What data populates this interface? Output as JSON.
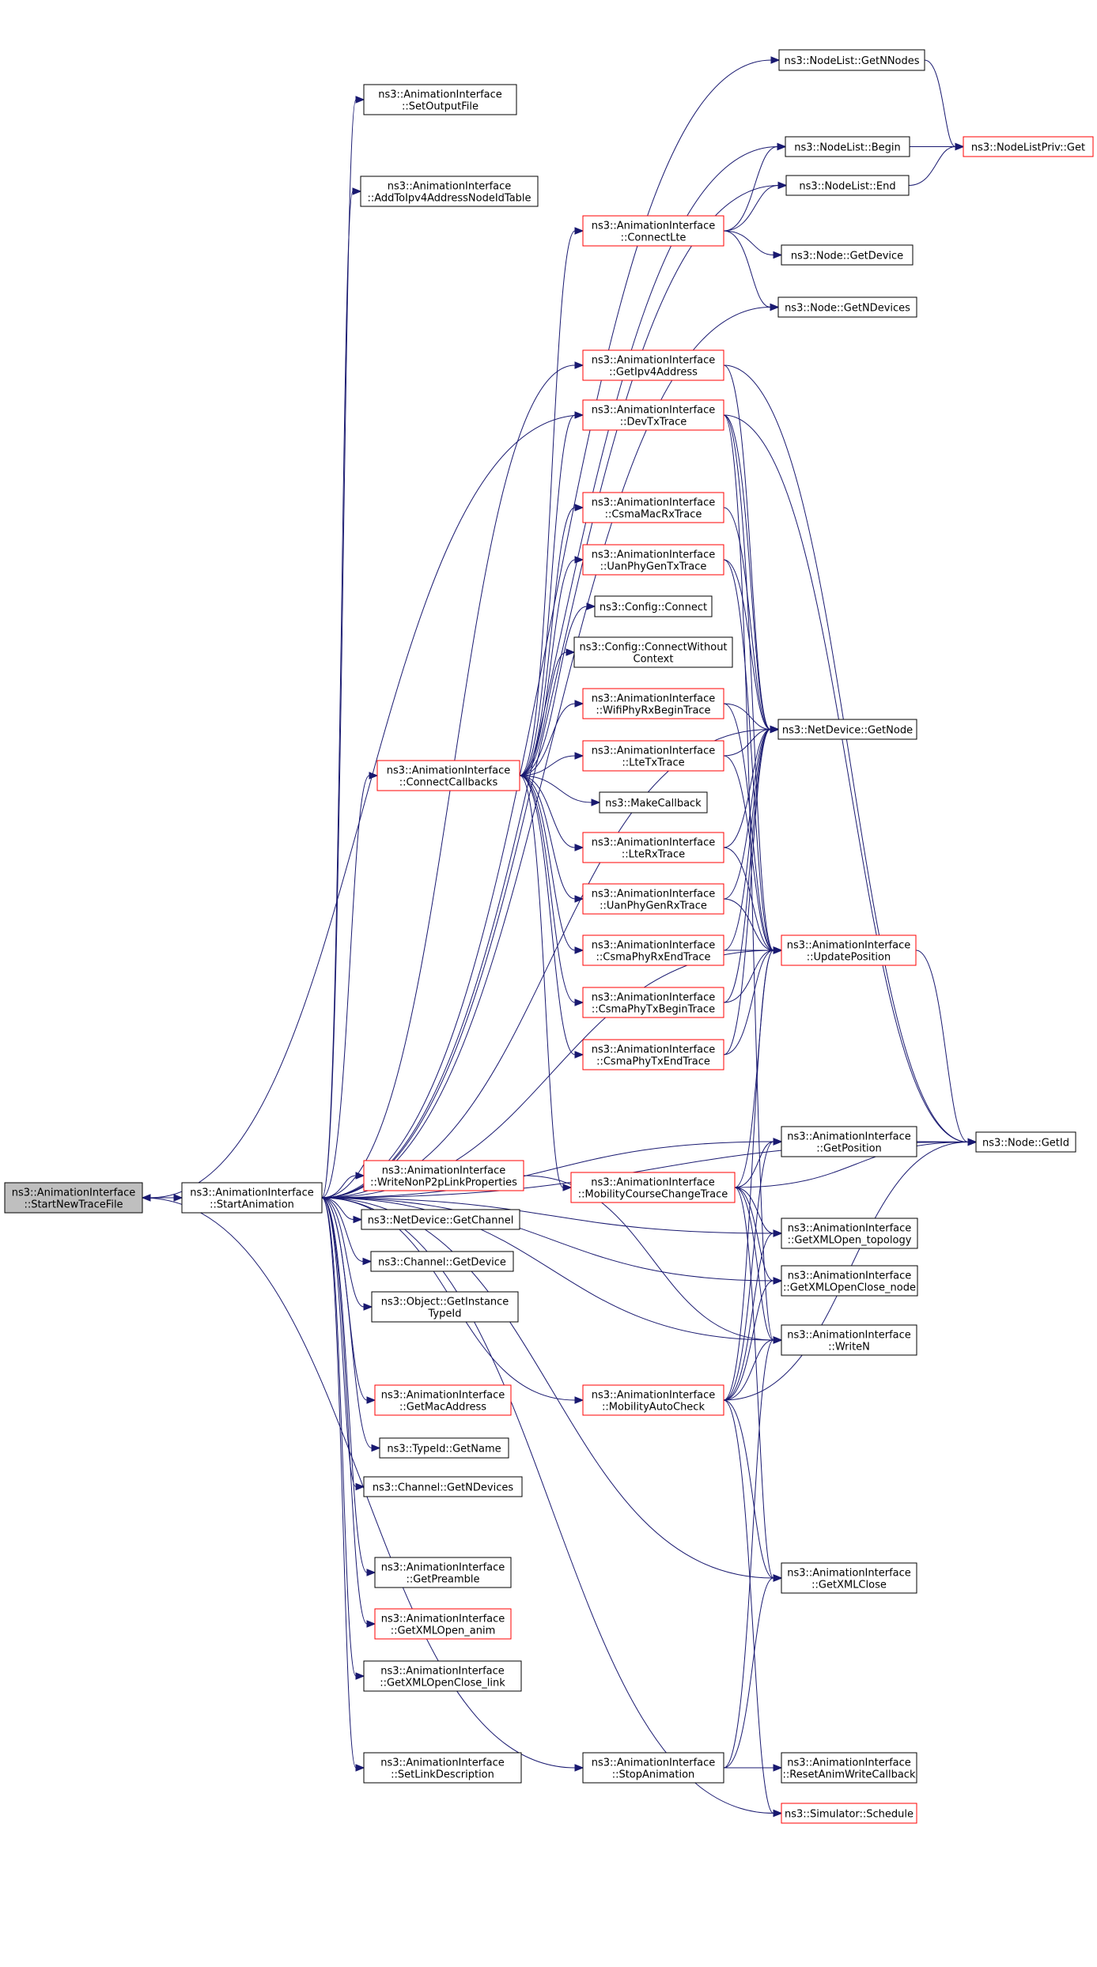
{
  "colors": {
    "edge": "#191970",
    "box_black": "#000000",
    "box_red": "#ff0000",
    "highlight_fill": "#bfbfbf",
    "box_fill": "#ffffff"
  },
  "nodes": {
    "start_new_trace_file": {
      "lines": [
        "ns3::AnimationInterface",
        "::StartNewTraceFile"
      ],
      "border": "black",
      "highlight": true
    },
    "start_animation": {
      "lines": [
        "ns3::AnimationInterface",
        "::StartAnimation"
      ],
      "border": "black"
    },
    "get_n_nodes": {
      "lines": [
        "ns3::NodeList::GetNNodes"
      ],
      "border": "black"
    },
    "set_output_file": {
      "lines": [
        "ns3::AnimationInterface",
        "::SetOutputFile"
      ],
      "border": "black"
    },
    "begin": {
      "lines": [
        "ns3::NodeList::Begin"
      ],
      "border": "black"
    },
    "node_list_priv_get": {
      "lines": [
        "ns3::NodeListPriv::Get"
      ],
      "border": "red"
    },
    "add_to_ipv4": {
      "lines": [
        "ns3::AnimationInterface",
        "::AddToIpv4AddressNodeIdTable"
      ],
      "border": "black"
    },
    "end": {
      "lines": [
        "ns3::NodeList::End"
      ],
      "border": "black"
    },
    "connect_lte": {
      "lines": [
        "ns3::AnimationInterface",
        "::ConnectLte"
      ],
      "border": "red"
    },
    "get_device": {
      "lines": [
        "ns3::Node::GetDevice"
      ],
      "border": "black"
    },
    "get_n_devices": {
      "lines": [
        "ns3::Node::GetNDevices"
      ],
      "border": "black"
    },
    "get_ipv4_address": {
      "lines": [
        "ns3::AnimationInterface",
        "::GetIpv4Address"
      ],
      "border": "red"
    },
    "dev_tx_trace": {
      "lines": [
        "ns3::AnimationInterface",
        "::DevTxTrace"
      ],
      "border": "red"
    },
    "csma_mac_rx_trace": {
      "lines": [
        "ns3::AnimationInterface",
        "::CsmaMacRxTrace"
      ],
      "border": "red"
    },
    "uan_phy_gen_tx_trace": {
      "lines": [
        "ns3::AnimationInterface",
        "::UanPhyGenTxTrace"
      ],
      "border": "red"
    },
    "config_connect": {
      "lines": [
        "ns3::Config::Connect"
      ],
      "border": "black"
    },
    "config_connect_without_context": {
      "lines": [
        "ns3::Config::ConnectWithout",
        "Context"
      ],
      "border": "black"
    },
    "wifi_phy_rx_begin_trace": {
      "lines": [
        "ns3::AnimationInterface",
        "::WifiPhyRxBeginTrace"
      ],
      "border": "red"
    },
    "net_device_get_node": {
      "lines": [
        "ns3::NetDevice::GetNode"
      ],
      "border": "black"
    },
    "connect_callbacks": {
      "lines": [
        "ns3::AnimationInterface",
        "::ConnectCallbacks"
      ],
      "border": "red"
    },
    "lte_tx_trace": {
      "lines": [
        "ns3::AnimationInterface",
        "::LteTxTrace"
      ],
      "border": "red"
    },
    "make_callback": {
      "lines": [
        "ns3::MakeCallback"
      ],
      "border": "black"
    },
    "lte_rx_trace": {
      "lines": [
        "ns3::AnimationInterface",
        "::LteRxTrace"
      ],
      "border": "red"
    },
    "uan_phy_gen_rx_trace": {
      "lines": [
        "ns3::AnimationInterface",
        "::UanPhyGenRxTrace"
      ],
      "border": "red"
    },
    "csma_phy_rx_end_trace": {
      "lines": [
        "ns3::AnimationInterface",
        "::CsmaPhyRxEndTrace"
      ],
      "border": "red"
    },
    "update_position": {
      "lines": [
        "ns3::AnimationInterface",
        "::UpdatePosition"
      ],
      "border": "red"
    },
    "csma_phy_tx_begin_trace": {
      "lines": [
        "ns3::AnimationInterface",
        "::CsmaPhyTxBeginTrace"
      ],
      "border": "red"
    },
    "csma_phy_tx_end_trace": {
      "lines": [
        "ns3::AnimationInterface",
        "::CsmaPhyTxEndTrace"
      ],
      "border": "red"
    },
    "get_position": {
      "lines": [
        "ns3::AnimationInterface",
        "::GetPosition"
      ],
      "border": "black"
    },
    "node_get_id": {
      "lines": [
        "ns3::Node::GetId"
      ],
      "border": "black"
    },
    "write_non_p2p": {
      "lines": [
        "ns3::AnimationInterface",
        "::WriteNonP2pLinkProperties"
      ],
      "border": "red"
    },
    "mobility_course_change_trace": {
      "lines": [
        "ns3::AnimationInterface",
        "::MobilityCourseChangeTrace"
      ],
      "border": "red"
    },
    "net_device_get_channel": {
      "lines": [
        "ns3::NetDevice::GetChannel"
      ],
      "border": "black"
    },
    "get_xml_open_topology": {
      "lines": [
        "ns3::AnimationInterface",
        "::GetXMLOpen_topology"
      ],
      "border": "black"
    },
    "channel_get_device": {
      "lines": [
        "ns3::Channel::GetDevice"
      ],
      "border": "black"
    },
    "get_xml_open_close_node": {
      "lines": [
        "ns3::AnimationInterface",
        "::GetXMLOpenClose_node"
      ],
      "border": "black"
    },
    "get_instance_type_id": {
      "lines": [
        "ns3::Object::GetInstance",
        "TypeId"
      ],
      "border": "black"
    },
    "write_n": {
      "lines": [
        "ns3::AnimationInterface",
        "::WriteN"
      ],
      "border": "black"
    },
    "get_mac_address": {
      "lines": [
        "ns3::AnimationInterface",
        "::GetMacAddress"
      ],
      "border": "red"
    },
    "mobility_auto_check": {
      "lines": [
        "ns3::AnimationInterface",
        "::MobilityAutoCheck"
      ],
      "border": "red"
    },
    "type_id_get_name": {
      "lines": [
        "ns3::TypeId::GetName"
      ],
      "border": "black"
    },
    "channel_get_n_devices": {
      "lines": [
        "ns3::Channel::GetNDevices"
      ],
      "border": "black"
    },
    "get_preamble": {
      "lines": [
        "ns3::AnimationInterface",
        "::GetPreamble"
      ],
      "border": "black"
    },
    "get_xml_close": {
      "lines": [
        "ns3::AnimationInterface",
        "::GetXMLClose"
      ],
      "border": "black"
    },
    "get_xml_open_anim": {
      "lines": [
        "ns3::AnimationInterface",
        "::GetXMLOpen_anim"
      ],
      "border": "red"
    },
    "get_xml_open_close_link": {
      "lines": [
        "ns3::AnimationInterface",
        "::GetXMLOpenClose_link"
      ],
      "border": "black"
    },
    "set_link_description": {
      "lines": [
        "ns3::AnimationInterface",
        "::SetLinkDescription"
      ],
      "border": "black"
    },
    "stop_animation": {
      "lines": [
        "ns3::AnimationInterface",
        "::StopAnimation"
      ],
      "border": "black"
    },
    "reset_anim_write_callback": {
      "lines": [
        "ns3::AnimationInterface",
        "::ResetAnimWriteCallback"
      ],
      "border": "black"
    },
    "simulator_schedule": {
      "lines": [
        "ns3::Simulator::Schedule"
      ],
      "border": "red"
    }
  },
  "edges": [
    [
      "start_new_trace_file",
      "start_animation"
    ],
    [
      "start_new_trace_file",
      "stop_animation"
    ],
    [
      "start_animation",
      "get_n_nodes"
    ],
    [
      "start_animation",
      "set_output_file"
    ],
    [
      "start_animation",
      "begin"
    ],
    [
      "start_animation",
      "add_to_ipv4"
    ],
    [
      "start_animation",
      "end"
    ],
    [
      "start_animation",
      "get_n_devices"
    ],
    [
      "start_animation",
      "get_ipv4_address"
    ],
    [
      "start_animation",
      "connect_callbacks"
    ],
    [
      "start_animation",
      "update_position"
    ],
    [
      "start_animation",
      "get_position"
    ],
    [
      "start_animation",
      "write_non_p2p"
    ],
    [
      "start_animation",
      "net_device_get_channel"
    ],
    [
      "start_animation",
      "get_xml_open_topology"
    ],
    [
      "start_animation",
      "channel_get_device"
    ],
    [
      "start_animation",
      "get_xml_open_close_node"
    ],
    [
      "start_animation",
      "get_instance_type_id"
    ],
    [
      "start_animation",
      "write_n"
    ],
    [
      "start_animation",
      "get_mac_address"
    ],
    [
      "start_animation",
      "mobility_auto_check"
    ],
    [
      "start_animation",
      "type_id_get_name"
    ],
    [
      "start_animation",
      "channel_get_n_devices"
    ],
    [
      "start_animation",
      "get_preamble"
    ],
    [
      "start_animation",
      "get_xml_close"
    ],
    [
      "start_animation",
      "get_xml_open_anim"
    ],
    [
      "start_animation",
      "get_xml_open_close_link"
    ],
    [
      "start_animation",
      "set_link_description"
    ],
    [
      "start_animation",
      "simulator_schedule"
    ],
    [
      "start_animation",
      "node_get_id"
    ],
    [
      "start_animation",
      "net_device_get_node"
    ],
    [
      "dev_tx_trace",
      "start_new_trace_file"
    ],
    [
      "get_n_nodes",
      "node_list_priv_get"
    ],
    [
      "begin",
      "node_list_priv_get"
    ],
    [
      "end",
      "node_list_priv_get"
    ],
    [
      "connect_lte",
      "begin"
    ],
    [
      "connect_lte",
      "end"
    ],
    [
      "connect_lte",
      "get_device"
    ],
    [
      "connect_lte",
      "get_n_devices"
    ],
    [
      "get_ipv4_address",
      "net_device_get_node"
    ],
    [
      "get_ipv4_address",
      "node_get_id"
    ],
    [
      "dev_tx_trace",
      "net_device_get_node"
    ],
    [
      "dev_tx_trace",
      "update_position"
    ],
    [
      "dev_tx_trace",
      "write_n"
    ],
    [
      "dev_tx_trace",
      "node_get_id"
    ],
    [
      "csma_mac_rx_trace",
      "net_device_get_node"
    ],
    [
      "uan_phy_gen_tx_trace",
      "net_device_get_node"
    ],
    [
      "uan_phy_gen_tx_trace",
      "update_position"
    ],
    [
      "wifi_phy_rx_begin_trace",
      "net_device_get_node"
    ],
    [
      "wifi_phy_rx_begin_trace",
      "update_position"
    ],
    [
      "connect_callbacks",
      "connect_lte"
    ],
    [
      "connect_callbacks",
      "dev_tx_trace"
    ],
    [
      "connect_callbacks",
      "csma_mac_rx_trace"
    ],
    [
      "connect_callbacks",
      "uan_phy_gen_tx_trace"
    ],
    [
      "connect_callbacks",
      "config_connect"
    ],
    [
      "connect_callbacks",
      "config_connect_without_context"
    ],
    [
      "connect_callbacks",
      "wifi_phy_rx_begin_trace"
    ],
    [
      "connect_callbacks",
      "lte_tx_trace"
    ],
    [
      "connect_callbacks",
      "make_callback"
    ],
    [
      "connect_callbacks",
      "lte_rx_trace"
    ],
    [
      "connect_callbacks",
      "uan_phy_gen_rx_trace"
    ],
    [
      "connect_callbacks",
      "csma_phy_rx_end_trace"
    ],
    [
      "connect_callbacks",
      "csma_phy_tx_begin_trace"
    ],
    [
      "connect_callbacks",
      "csma_phy_tx_end_trace"
    ],
    [
      "connect_callbacks",
      "mobility_course_change_trace"
    ],
    [
      "lte_tx_trace",
      "net_device_get_node"
    ],
    [
      "lte_tx_trace",
      "update_position"
    ],
    [
      "lte_rx_trace",
      "net_device_get_node"
    ],
    [
      "lte_rx_trace",
      "update_position"
    ],
    [
      "uan_phy_gen_rx_trace",
      "net_device_get_node"
    ],
    [
      "uan_phy_gen_rx_trace",
      "update_position"
    ],
    [
      "csma_phy_rx_end_trace",
      "net_device_get_node"
    ],
    [
      "csma_phy_rx_end_trace",
      "update_position"
    ],
    [
      "csma_phy_tx_begin_trace",
      "net_device_get_node"
    ],
    [
      "csma_phy_tx_begin_trace",
      "update_position"
    ],
    [
      "csma_phy_tx_end_trace",
      "net_device_get_node"
    ],
    [
      "csma_phy_tx_end_trace",
      "update_position"
    ],
    [
      "update_position",
      "node_get_id"
    ],
    [
      "get_position",
      "node_get_id"
    ],
    [
      "write_non_p2p",
      "write_n"
    ],
    [
      "mobility_course_change_trace",
      "get_position"
    ],
    [
      "mobility_course_change_trace",
      "node_get_id"
    ],
    [
      "mobility_course_change_trace",
      "update_position"
    ],
    [
      "mobility_course_change_trace",
      "get_xml_open_topology"
    ],
    [
      "mobility_course_change_trace",
      "get_xml_open_close_node"
    ],
    [
      "mobility_course_change_trace",
      "write_n"
    ],
    [
      "mobility_course_change_trace",
      "get_xml_close"
    ],
    [
      "mobility_auto_check",
      "get_position"
    ],
    [
      "mobility_auto_check",
      "update_position"
    ],
    [
      "mobility_auto_check",
      "get_xml_open_topology"
    ],
    [
      "mobility_auto_check",
      "get_xml_open_close_node"
    ],
    [
      "mobility_auto_check",
      "write_n"
    ],
    [
      "mobility_auto_check",
      "node_get_id"
    ],
    [
      "mobility_auto_check",
      "get_xml_close"
    ],
    [
      "mobility_auto_check",
      "simulator_schedule"
    ],
    [
      "stop_animation",
      "get_xml_close"
    ],
    [
      "stop_animation",
      "reset_anim_write_callback"
    ],
    [
      "stop_animation",
      "write_n"
    ]
  ]
}
